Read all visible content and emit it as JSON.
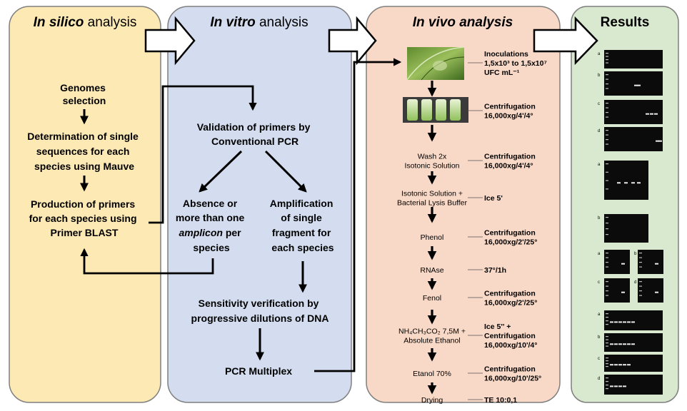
{
  "colors": {
    "silico_fill": "#fde9b4",
    "vitro_fill": "#d3ddef",
    "vivo_fill": "#f8d8c6",
    "results_fill": "#d9e9cf",
    "panel_stroke": "#7f7f7f",
    "gel_dark": "#0b0b0b"
  },
  "panels": {
    "silico": {
      "title_italic": "In silico",
      "title_rest": " analysis"
    },
    "vitro": {
      "title_italic": "In vitro",
      "title_rest": " analysis"
    },
    "vivo": {
      "title_italic": "In vivo analysis"
    },
    "results": {
      "title": "Results"
    }
  },
  "silico": {
    "genomes": [
      "Genomes",
      "selection"
    ],
    "determination": [
      "Determination of single",
      "sequences for each",
      "species using Mauve"
    ],
    "production": [
      "Production of primers",
      "for each species using",
      "Primer BLAST"
    ]
  },
  "vitro": {
    "validation": [
      "Validation of primers by",
      "Conventional PCR"
    ],
    "absence": {
      "line1": "Absence or",
      "line2": "more than one",
      "line3_italic": "amplicon",
      "line3_rest": " per",
      "line4": "species"
    },
    "amplification": [
      "Amplification",
      "of single",
      "fragment for",
      "each species"
    ],
    "sensitivity": [
      "Sensitivity verification by",
      "progressive dilutions of DNA"
    ],
    "multiplex": "PCR Multiplex"
  },
  "vivo": {
    "steps": [
      {
        "label": [],
        "note": [
          "Inoculations",
          "1,5x10³ to 1,5x10⁷",
          "UFC mL⁻¹"
        ]
      },
      {
        "label": [],
        "note": [
          "Centrifugation",
          "16,000xg/4'/4°"
        ]
      },
      {
        "label": [
          "Wash 2x",
          "Isotonic Solution"
        ],
        "note": [
          "Centrifugation",
          "16,000xg/4'/4°"
        ]
      },
      {
        "label": [
          "Isotonic Solution +",
          "Bacterial Lysis Buffer"
        ],
        "note": [
          "Ice 5'"
        ]
      },
      {
        "label": [
          "Phenol"
        ],
        "note": [
          "Centrifugation",
          "16,000xg/2'/25°"
        ]
      },
      {
        "label": [
          "RNAse"
        ],
        "note": [
          "37°/1h"
        ]
      },
      {
        "label": [
          "Fenol"
        ],
        "note": [
          "Centrifugation",
          "16,000xg/2'/25°"
        ]
      },
      {
        "label": [
          "NH₄CH₃CO₂ 7,5M +",
          "Absolute Ethanol"
        ],
        "note": [
          "Ice 5'' +",
          "Centrifugation",
          "16,000xg/10'/4°"
        ]
      },
      {
        "label": [
          "Etanol 70%"
        ],
        "note": [
          "Centrifugation",
          "16,000xg/10'/25°"
        ]
      },
      {
        "label": [
          "Drying"
        ],
        "note": [
          "TE 10:0,1"
        ]
      }
    ]
  },
  "results": {
    "gel_groups": [
      {
        "panels": [
          "a",
          "b",
          "c",
          "d"
        ]
      },
      {
        "panels": [
          "a",
          "b"
        ]
      },
      {
        "panels": [
          "a",
          "b",
          "c",
          "d"
        ]
      },
      {
        "panels": [
          "a",
          "b",
          "c",
          "d"
        ]
      }
    ]
  }
}
